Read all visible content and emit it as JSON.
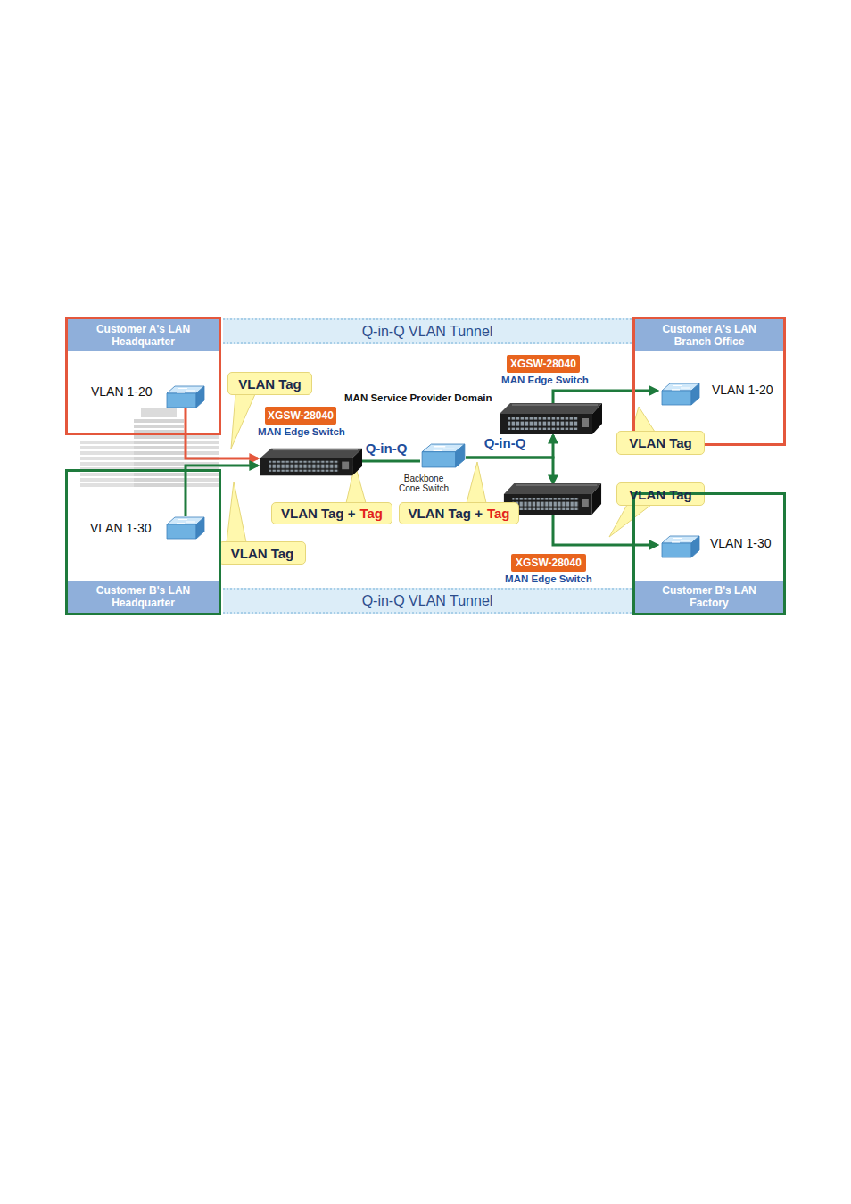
{
  "diagram": {
    "nodes": [
      {
        "text": [
          "Customer A's LAN Headquarter",
          "VLAN 1-20"
        ]
      },
      {
        "text": [
          "Q-in-Q VLAN Tunnel"
        ]
      },
      {
        "text": [
          "Customer A's LAN Branch Office",
          "VLAN 1-20"
        ]
      },
      {
        "text": [
          "MAN Service Provider Domain"
        ]
      },
      {
        "text": [
          "XGSW-28040",
          "MAN Edge Switch"
        ],
        "in": 3
      },
      {
        "text": [
          "Backbone Cone Switch"
        ],
        "in": 3
      },
      {
        "text": [
          "XGSW-28040",
          "MAN Edge Switch"
        ],
        "in": 3
      },
      {
        "text": [
          "XGSW-28040",
          "MAN Edge Switch"
        ],
        "in": 3
      },
      {
        "text": [
          "VLAN Tag"
        ]
      },
      {
        "text": [
          "VLAN Tag"
        ]
      },
      {
        "text": [
          "VLAN Tag"
        ]
      },
      {
        "text": [
          "VLAN Tag +",
          "Tag"
        ]
      },
      {
        "text": [
          "VLAN Tag +",
          "Tag"
        ]
      },
      {
        "text": [
          "VLAN Tag"
        ]
      },
      {
        "text": [
          "Customer B's LAN Headquarter",
          "VLAN 1-30"
        ]
      },
      {
        "text": [
          "Q-in-Q VLAN Tunnel"
        ]
      },
      {
        "text": [
          "Customer B's LAN Factory",
          "VLAN 1-30"
        ]
      }
    ],
    "edges": [
      {
        "from": 0,
        "to": 4,
        "arrow": "to"
      },
      {
        "from": 14,
        "to": 4,
        "arrow": "to"
      },
      {
        "from": 4,
        "to": 5,
        "label": "Q-in-Q",
        "arrow": "none"
      },
      {
        "from": 5,
        "to": 6,
        "label": "Q-in-Q",
        "arrow": "to"
      },
      {
        "from": 5,
        "to": 7,
        "arrow": "to"
      },
      {
        "from": 6,
        "to": 2,
        "arrow": "to"
      },
      {
        "from": 7,
        "to": 16,
        "arrow": "to"
      }
    ]
  }
}
